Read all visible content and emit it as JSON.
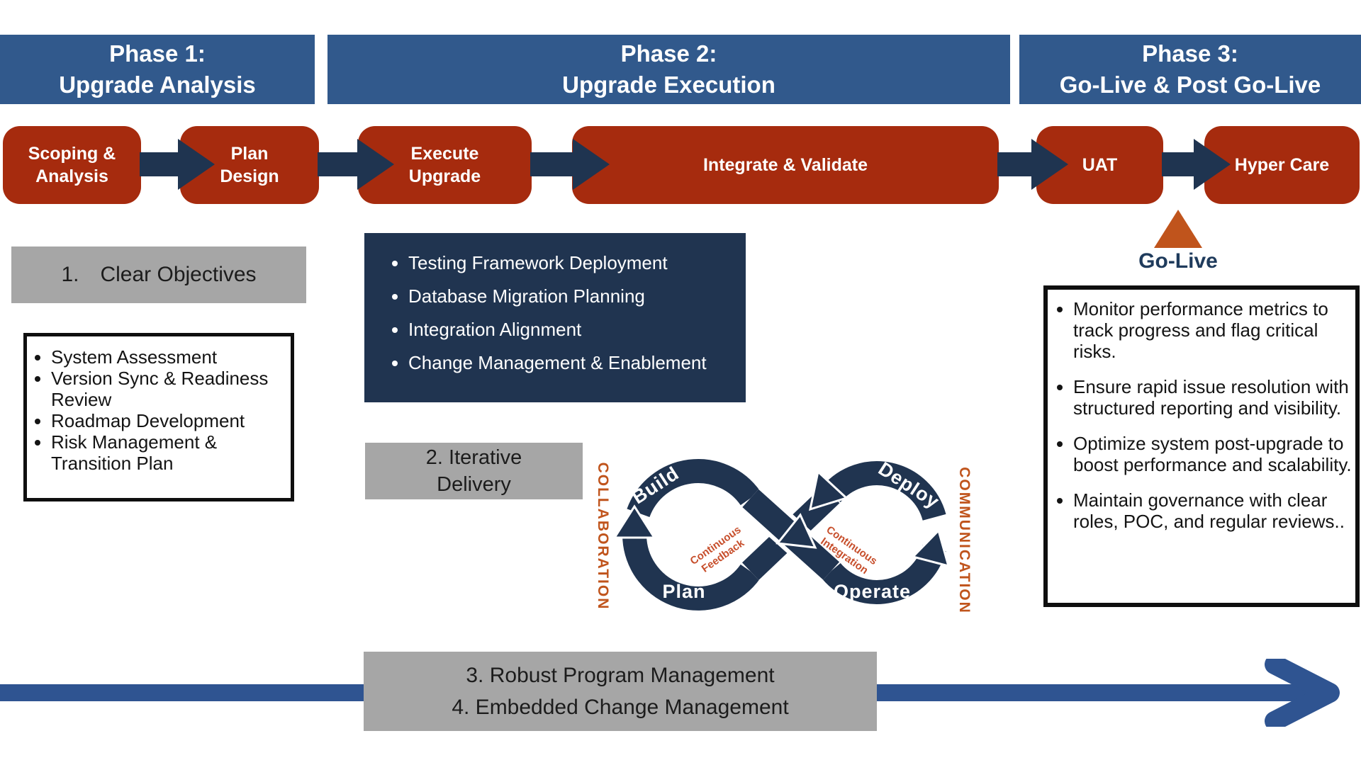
{
  "colors": {
    "phase_header_blue": "#31598C",
    "step_red": "#A62B0E",
    "arrow_navy": "#1F3450",
    "panel_navy": "#203450",
    "banner_gray": "#A6A6A6",
    "accent_orange": "#C0541C",
    "golive_text_navy": "#1F3B5C",
    "bottom_arrow_blue": "#2F5491",
    "text_black": "#141414",
    "white": "#FFFFFF"
  },
  "phase_headers": [
    {
      "line1": "Phase 1:",
      "line2": "Upgrade Analysis"
    },
    {
      "line1": "Phase 2:",
      "line2": "Upgrade Execution"
    },
    {
      "line1": "Phase 3:",
      "line2": "Go-Live & Post Go-Live"
    }
  ],
  "steps": [
    "Scoping &\nAnalysis",
    "Plan\nDesign",
    "Execute\nUpgrade",
    "Integrate & Validate",
    "UAT",
    "Hyper Care"
  ],
  "phase1": {
    "objective": {
      "number": "1.",
      "label": "Clear Objectives"
    },
    "checklist": [
      "System Assessment",
      "Version Sync &  Readiness Review",
      "Roadmap Development",
      "Risk Management & Transition Plan"
    ]
  },
  "phase2": {
    "activities": [
      "Testing Framework Deployment",
      "Database Migration Planning",
      "Integration Alignment",
      "Change Management & Enablement"
    ],
    "iterative_label": "2. Iterative\nDelivery"
  },
  "phase3": {
    "golive_label": "Go-Live",
    "bullets": [
      "Monitor performance metrics to track progress and flag critical risks.",
      "Ensure rapid issue resolution with structured reporting and visibility.",
      "Optimize system post-upgrade to boost performance and scalability.",
      "Maintain governance with clear roles, POC, and regular reviews.."
    ]
  },
  "devops_loop": {
    "build": "Build",
    "plan": "Plan",
    "deploy": "Deploy",
    "operate": "Operate",
    "collaboration": "COLLABORATION",
    "communication": "COMMUNICATION",
    "feedback": "Continuous\nFeedback",
    "integration": "Continuous\nIntegration"
  },
  "bottom_banner": {
    "line1": "3. Robust Program Management",
    "line2": "4. Embedded Change Management"
  }
}
